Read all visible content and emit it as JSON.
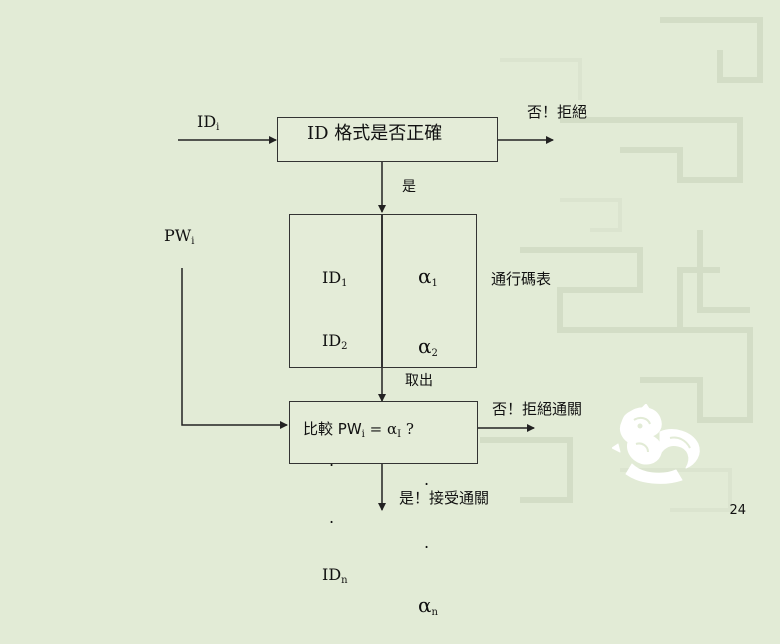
{
  "diagram": {
    "input_id": "ID",
    "input_id_sub": "i",
    "input_pw": "PW",
    "input_pw_sub": "i",
    "box1_label": "ID 格式是否正確",
    "reject1": "否！拒絕",
    "yes1": "是",
    "table_ids": [
      "ID",
      "ID",
      ".",
      ".",
      ".",
      "ID"
    ],
    "table_id_subs": [
      "1",
      "2",
      "",
      "",
      "",
      "n"
    ],
    "table_alphas": [
      "α",
      "α",
      ".",
      ".",
      ".",
      "α"
    ],
    "table_alpha_subs": [
      "1",
      "2",
      "",
      "",
      "",
      "n"
    ],
    "table_label": "通行碼表",
    "fetch": "取出",
    "compare_prefix": "比較 PW",
    "compare_sub1": "i",
    "compare_mid": " = α",
    "compare_sub2": "I",
    "compare_suffix": " ?",
    "reject2": "否！拒絕通關",
    "accept": "是！接受通關"
  },
  "page_number": "24",
  "colors": {
    "background": "#e2ebd6",
    "pattern": "#d2dcc4",
    "line": "#222222"
  }
}
